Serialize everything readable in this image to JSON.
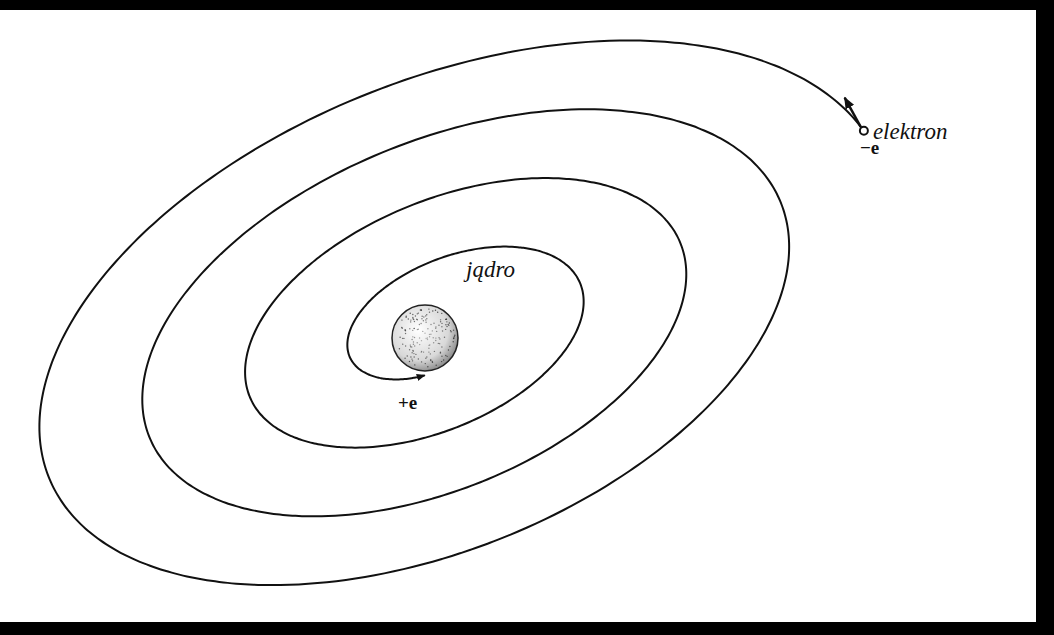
{
  "diagram": {
    "labels": [
      "jądro",
      "+e",
      "elektron",
      "−e"
    ]
  }
}
